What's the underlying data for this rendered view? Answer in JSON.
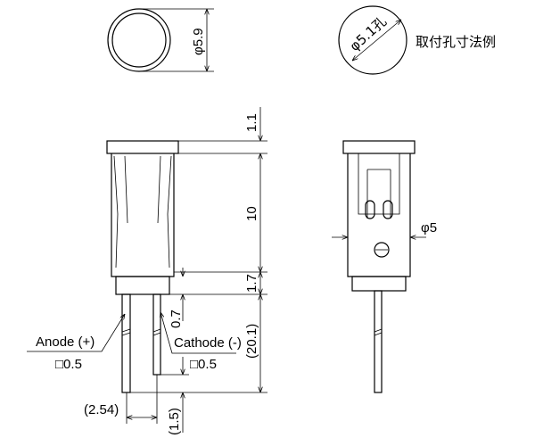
{
  "top_view": {
    "diameter_label": "φ5.9"
  },
  "mounting_hole": {
    "diameter_label": "φ5.1孔",
    "caption": "取付孔寸法例"
  },
  "front_view": {
    "dim_cap": "1.1",
    "dim_body": "10",
    "dim_base": "1.7",
    "dim_pin_gap": "0.7",
    "dim_lead": "(20.1)",
    "dim_pin_offset": "(1.5)",
    "dim_pitch": "(2.54)",
    "anode_label": "Anode (+)",
    "anode_size": "□0.5",
    "cathode_label": "Cathode (-)",
    "cathode_size": "□0.5"
  },
  "side_view": {
    "diameter_label": "φ5"
  }
}
